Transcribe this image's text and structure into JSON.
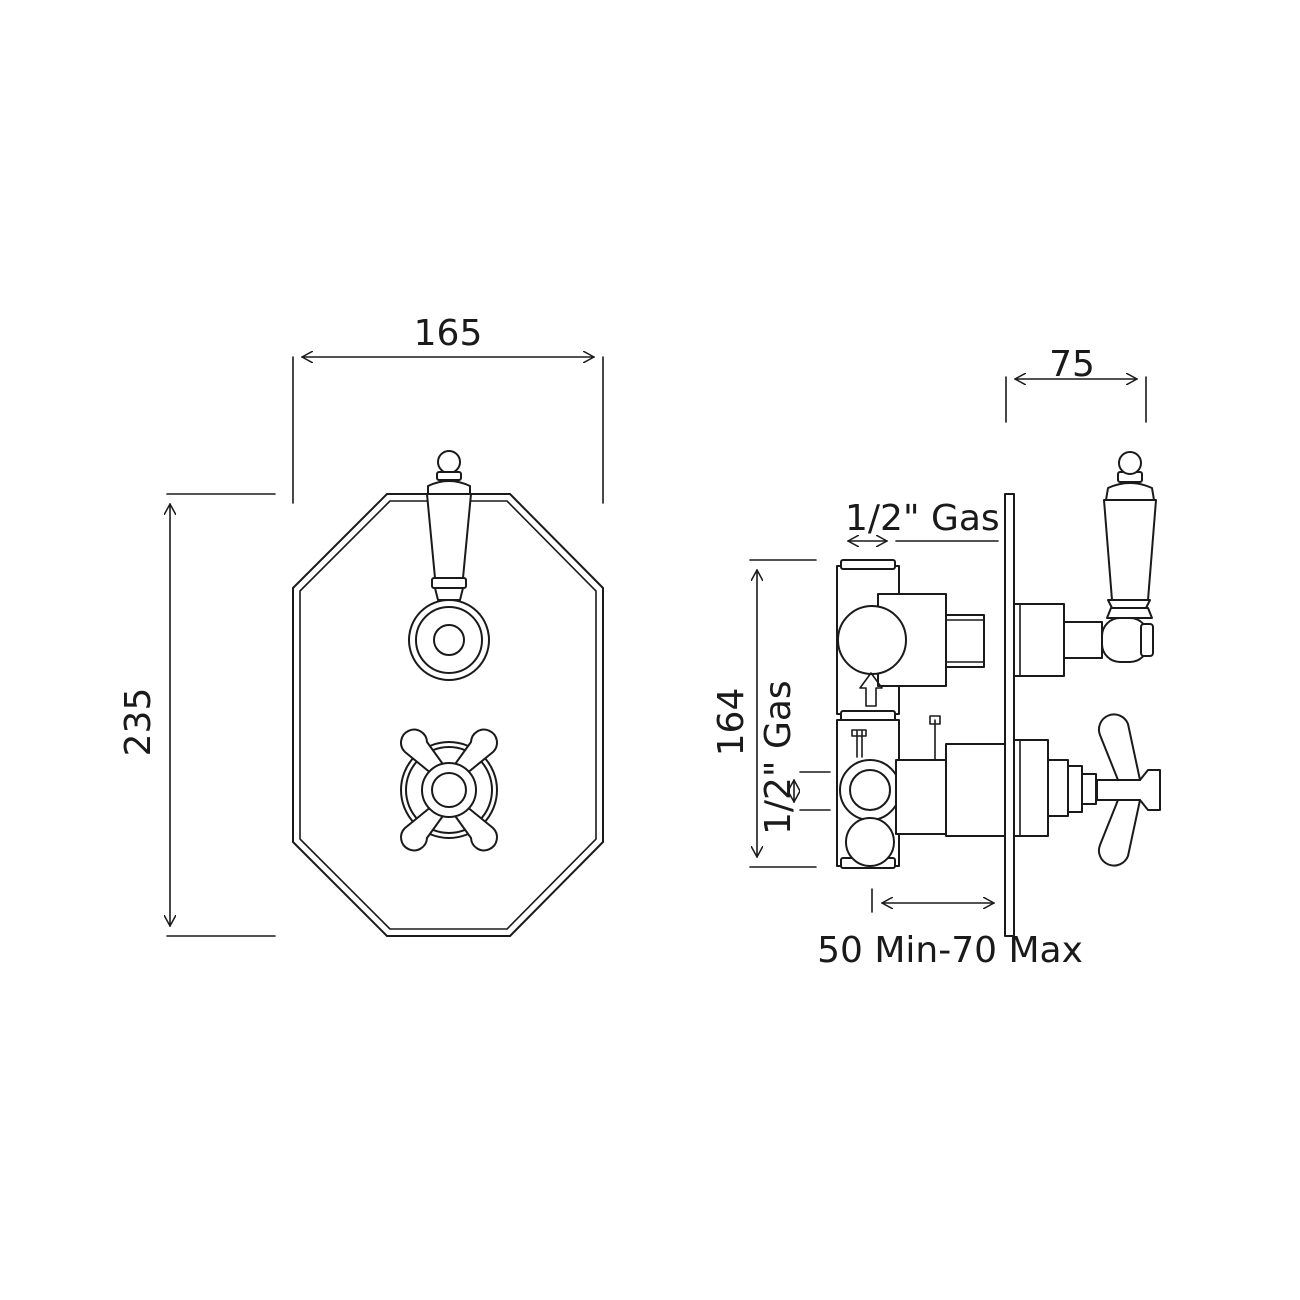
{
  "front_view": {
    "width_dim": "165",
    "height_dim": "235"
  },
  "side_view": {
    "depth_dim": "75",
    "height_dim": "164",
    "inlet_top_label": "1/2\" Gas",
    "inlet_side_label": "1/2\" Gas",
    "wall_depth_label": "50 Min-70 Max"
  }
}
